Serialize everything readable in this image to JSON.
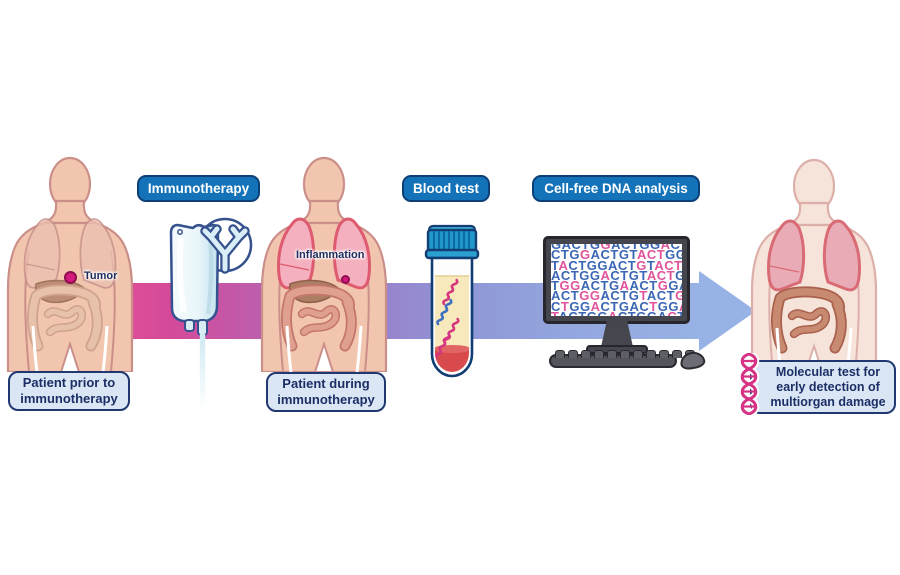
{
  "badges": {
    "immunotherapy": {
      "label": "Immunotherapy"
    },
    "blood_test": {
      "label": "Blood test"
    },
    "cfdna": {
      "label": "Cell-free DNA analysis"
    }
  },
  "captions": {
    "patient_prior": {
      "lines": [
        "Patient prior to",
        "immunotherapy"
      ]
    },
    "patient_during": {
      "lines": [
        "Patient during",
        "immunotherapy"
      ]
    },
    "molecular_test": {
      "lines": [
        "Molecular test for",
        "early detection of",
        "multiorgan damage"
      ]
    }
  },
  "annotations": {
    "tumor": "Tumor",
    "inflammation": "Inflammation"
  },
  "monitor": {
    "rows": [
      {
        "text": "GACTGGACTGGACTGG",
        "pink": [
          5,
          11,
          14
        ]
      },
      {
        "text": "CTGGACTGTACTGGAC",
        "pink": [
          3,
          9,
          10,
          11
        ]
      },
      {
        "text": "TACTGGACTGTACTGC",
        "pink": [
          1,
          9,
          11,
          12,
          13
        ]
      },
      {
        "text": "ACTGGACTGTACTGGA",
        "pink": [
          5,
          10,
          11,
          12
        ]
      },
      {
        "text": "TGGACTGAACTGGACT",
        "pink": [
          1,
          2,
          7,
          11
        ]
      },
      {
        "text": "ACTGGACTGTACTGGA",
        "pink": [
          3,
          4,
          9,
          13,
          14
        ]
      },
      {
        "text": "CTGGACTGACTGGACT",
        "pink": [
          1,
          4,
          10,
          13,
          14
        ]
      },
      {
        "text": "TACTGGACTGGACTGA",
        "pink": [
          0,
          6,
          12
        ]
      }
    ]
  },
  "icons": {
    "antibody": "antibody-icon",
    "iv_bag": "iv-bag-icon",
    "blood_tube": "blood-tube-icon",
    "monitor": "monitor-icon",
    "keyboard": "keyboard-icon",
    "mouse": "mouse-icon",
    "dna_helix": "dna-helix-icon",
    "tumor_dot": "tumor-dot-icon"
  },
  "colors": {
    "badge_blue": "#1473b8",
    "badge_border": "#0c3f76",
    "caption_fill": "#dbe6f5",
    "caption_border": "#20386f",
    "caption_text": "#1b2f66",
    "arrow_gradient": [
      "#e14f97",
      "#b565b4",
      "#8f97d5",
      "#97b2e5"
    ],
    "dna_text_pink": "#e0549c",
    "dna_text_blue": "#3a66b5",
    "helix_pink": "#d63384",
    "plasma_yellow": "#f7e9bb",
    "blood_red": "#d84a4c",
    "cap_blue": "#2196cb",
    "skin": "#f2c6ae",
    "skin_pale": "#f6e3da",
    "tumor_magenta": "#d6197f"
  }
}
